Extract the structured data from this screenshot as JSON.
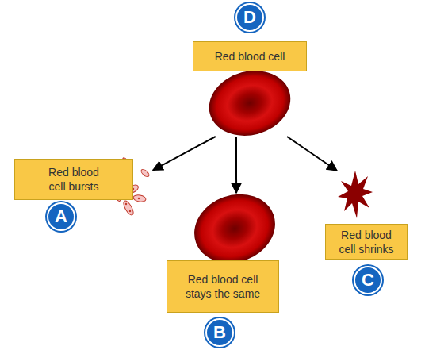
{
  "diagram": {
    "nodes": [
      {
        "text": [
          "Red blood cell"
        ]
      },
      {
        "text": [
          "Red blood cell bursts"
        ]
      },
      {
        "text": [
          "Red blood cell stays the same"
        ]
      },
      {
        "text": [
          "Red blood cell shrinks"
        ]
      }
    ],
    "edges": [
      {
        "from": 0,
        "to": 1,
        "arrow": "to"
      },
      {
        "from": 0,
        "to": 2,
        "arrow": "to"
      },
      {
        "from": 0,
        "to": 3,
        "arrow": "to"
      }
    ],
    "labels": [
      "D",
      "A",
      "B",
      "C"
    ]
  }
}
